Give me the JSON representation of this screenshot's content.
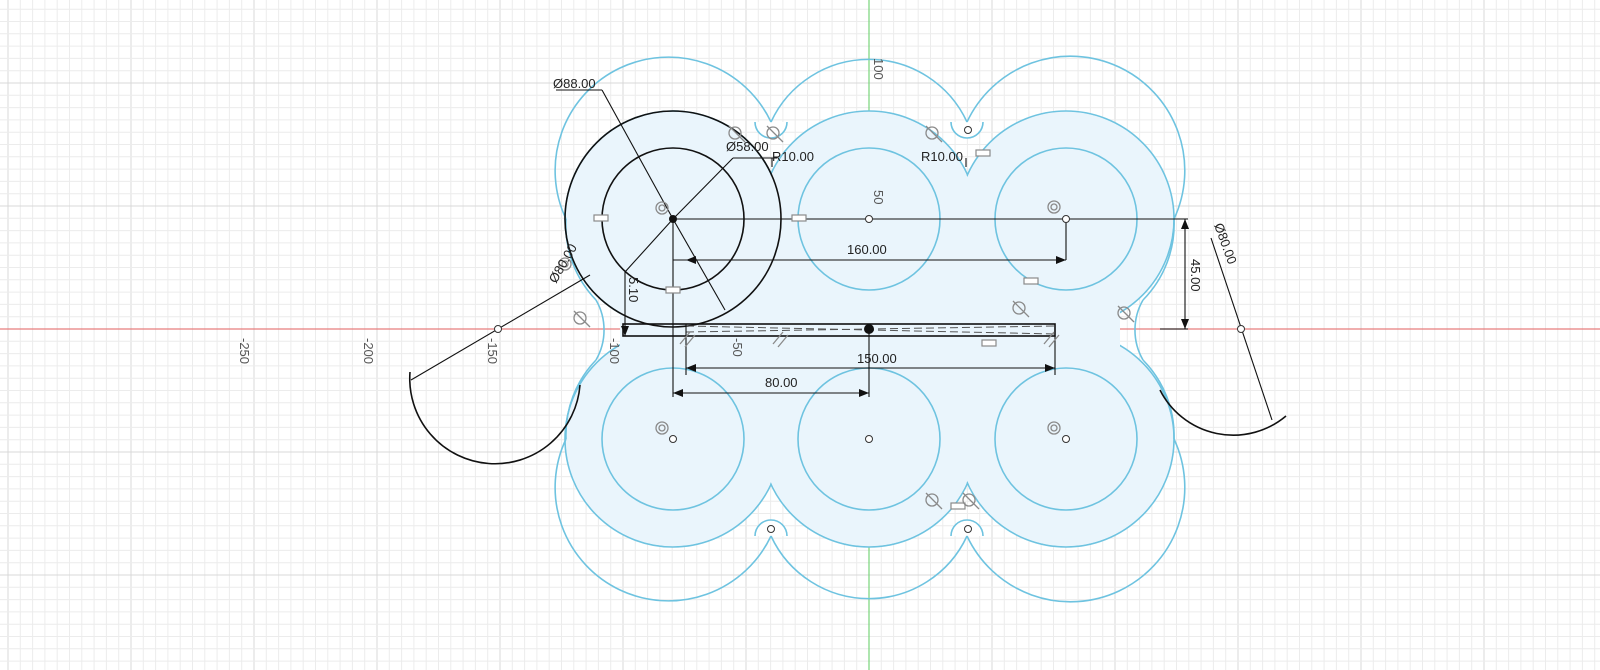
{
  "colors": {
    "x_axis": "#e87d7d",
    "y_axis": "#78d47a",
    "profile_stroke": "#6ec3e0",
    "profile_fill": "#eaf5fc",
    "selected_sketch": "#111111"
  },
  "axis_labels": {
    "x_neg250": "-250",
    "x_neg200": "-200",
    "x_neg150": "-150",
    "x_neg100": "-100",
    "x_neg50": "-50",
    "y_100": "100",
    "y_50": "50"
  },
  "dimensions": {
    "dia_88": "Ø88.00",
    "dia_58": "Ø58.00",
    "rad_left": "R10.00",
    "rad_right": "R10.00",
    "dim_160": "160.00",
    "dim_45": "45.00",
    "dia_80_right": "Ø80.00",
    "dia_80_left": "Ø80.00",
    "dim_5_10": "5.10",
    "dim_150": "150.00",
    "dim_80": "80.00"
  },
  "icons": {
    "constraint": "constraint-glyph-icon",
    "sketch_point": "sketch-point-icon"
  }
}
